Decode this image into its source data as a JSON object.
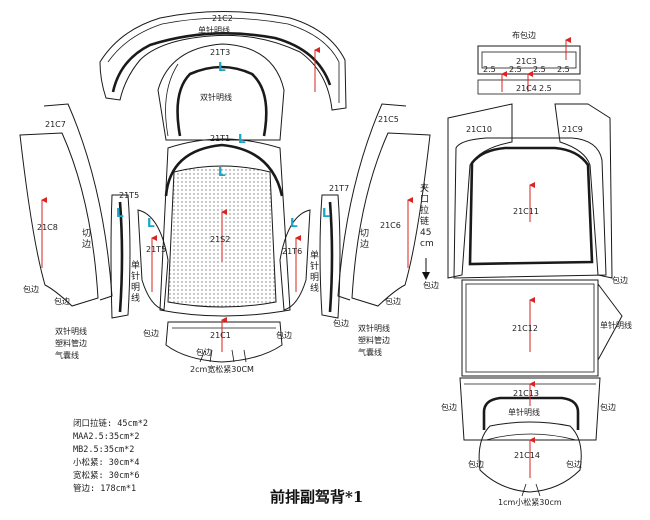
{
  "title": "前排副驾背*1",
  "notes": [
    "闭口拉链: 45cm*2",
    "MAA2.5:35cm*2",
    "MB2.5:35cm*2",
    "小松紧: 30cm*4",
    "宽松紧: 30cm*6",
    "管边: 178cm*1"
  ],
  "codes": {
    "c2": "21C2",
    "t3": "21T3",
    "t1": "21T1",
    "s2": "21S2",
    "c1": "21C1",
    "c7": "21C7",
    "c8": "21C8",
    "t5a": "21T5",
    "t5b": "21T5",
    "c5": "21C5",
    "c6": "21C6",
    "t7": "21T7",
    "t6": "21T6",
    "c3": "21C3",
    "c4": "21C4",
    "c10": "21C10",
    "c9": "21C9",
    "c11": "21C11",
    "c12": "21C12",
    "c13": "21C13",
    "c14": "21C14"
  },
  "labels": {
    "single_top": "单针明线",
    "double_top": "双针明线",
    "cloth_edge": "布包边",
    "d25a": "2.5",
    "d25b": "2.5",
    "d25c": "2.5",
    "d25d": "2.5",
    "d25e": "2.5",
    "baobian_l1": "包边",
    "baobian_l2": "包边",
    "baobian_c1": "包边",
    "baobian_c2": "包边",
    "baobian_r1": "包边",
    "baobian_r2": "包边",
    "baobian_r3": "包边",
    "baobian_c13a": "包边",
    "baobian_c13b": "包边",
    "baobian_c14a": "包边",
    "baobian_c14b": "包边",
    "cut_l": "切边",
    "cut_r": "切边",
    "single_l": "单针明线",
    "single_r": "单针明线",
    "single_c12": "单针明线",
    "single_c13": "单针明线",
    "left_block": [
      "双针明线",
      "塑料管边",
      "气囊线"
    ],
    "right_block": [
      "双针明线",
      "塑料管边",
      "气囊线"
    ],
    "zip_label": "夹口拉链45cm",
    "wide_elastic": "2cm宽松紧30CM",
    "small_elastic": "1cm小松紧30cm",
    "l_marks": [
      "L",
      "L",
      "L",
      "L",
      "L",
      "L",
      "L"
    ]
  }
}
